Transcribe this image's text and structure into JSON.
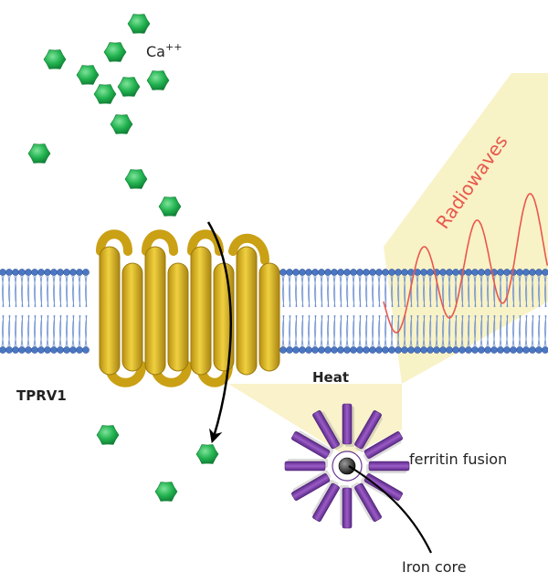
{
  "labels": {
    "calcium": "Ca",
    "calcium_charge": "++",
    "channel": "TPRV1",
    "heat": "Heat",
    "ferritin": "ferritin fusion",
    "core": "Iron core",
    "radiowaves": "Radiowaves"
  },
  "colors": {
    "background": "#ffffff",
    "ion_green": "#1fa64a",
    "membrane_blue": "#4a76c2",
    "channel_gold": "#d9b21c",
    "ferritin_purple": "#7a3fa6",
    "wave_red": "#e8584c",
    "beam_yellow": "#f8f1c4",
    "arrow": "#000000"
  },
  "icons": {
    "ions": "calcium-ion-icon",
    "core": "iron-core-icon"
  }
}
